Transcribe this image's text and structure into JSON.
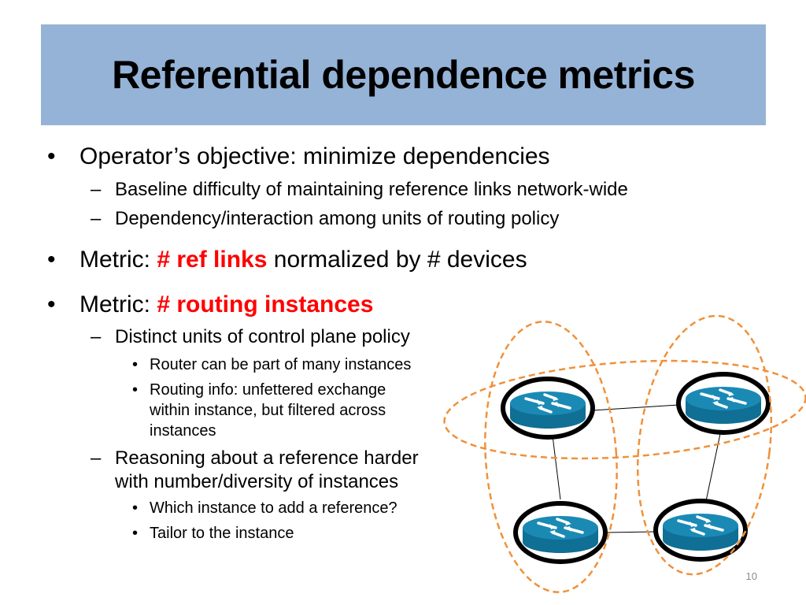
{
  "title": "Referential dependence metrics",
  "bullets": {
    "b1": "Operator’s objective: minimize dependencies",
    "b1_1": "Baseline difficulty of maintaining reference links network-wide",
    "b1_2": "Dependency/interaction among units of routing policy",
    "b2_pre": "Metric: ",
    "b2_hl": "# ref links",
    "b2_post": " normalized by # devices",
    "b3_pre": "Metric: ",
    "b3_hl": "# routing instances",
    "b3_1": "Distinct units of control plane policy",
    "b3_1_1": "Router can be part of many instances",
    "b3_1_2_a": "Routing info: unfettered exchange",
    "b3_1_2_b": "within instance, but filtered across",
    "b3_1_2_c": "instances",
    "b3_2_a": "Reasoning about a reference harder",
    "b3_2_b": "with number/diversity of instances",
    "b3_2_1": "Which instance to add a reference?",
    "b3_2_2": "Tailor to the instance"
  },
  "markers": {
    "bullet": "•",
    "dash": "–"
  },
  "diagram": {
    "router_icon": "router-icon",
    "instance_color": "#f0913a",
    "router_color": "#1a8ab5"
  },
  "slide_number": "10"
}
